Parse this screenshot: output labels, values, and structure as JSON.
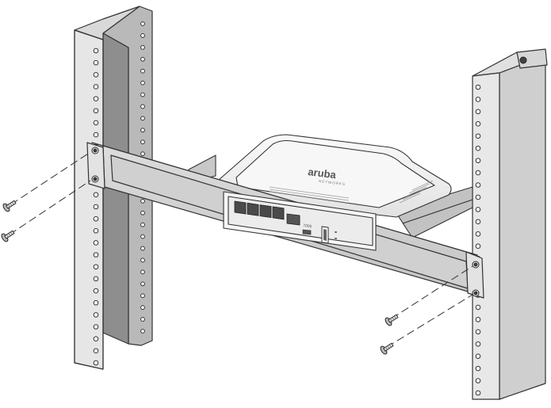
{
  "device": {
    "brand": "aruba",
    "brand_sub": "NETWORKS",
    "model": "7005"
  },
  "colors": {
    "outline": "#333333",
    "rail_front": "#e4e4e4",
    "rail_side": "#a8a8a8",
    "rail_inner": "#8a8a8a",
    "bracket_face": "#d2d2d2",
    "bracket_top": "#ededed",
    "device_body": "#f2f2f2",
    "device_shade": "#cfcfcf",
    "port_dark": "#4a4a4a"
  },
  "icons": {
    "screw": "screw-icon",
    "port": "ethernet-port-icon"
  }
}
